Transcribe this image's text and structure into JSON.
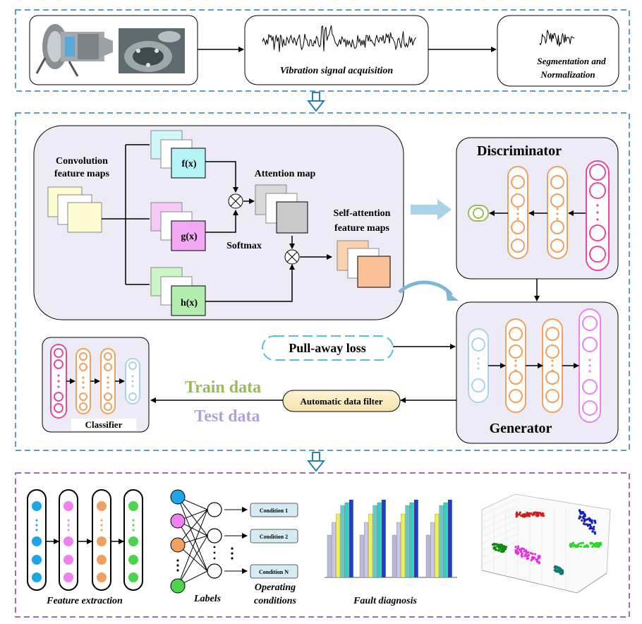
{
  "top": {
    "acquisition_label": "Vibration signal acquisition",
    "segmentation_line1": "Segmentation and",
    "segmentation_line2": "Normalization"
  },
  "attention": {
    "conv_line1": "Convolution",
    "conv_line2": "feature maps",
    "fx": "f(x)",
    "gx": "g(x)",
    "hx": "h(x)",
    "attention_map": "Attention map",
    "softmax": "Softmax",
    "sa_line1": "Self-attention",
    "sa_line2": "feature maps"
  },
  "gan": {
    "discriminator": "Discriminator",
    "generator": "Generator",
    "pull_away_loss": "Pull-away loss",
    "filter": "Automatic data filter",
    "train_data": "Train data",
    "test_data": "Test data",
    "classifier": "Classifier"
  },
  "bottom": {
    "feature_extraction": "Feature extraction",
    "labels": "Labels",
    "operating_line1": "Operating",
    "operating_line2": "conditions",
    "condition_1": "Condition 1",
    "condition_2": "Condition 2",
    "condition_n": "Condition N",
    "fault_diagnosis": "Fault diagnosis"
  },
  "colors": {
    "frame_blue": "#2a7fb5",
    "frame_purple": "#7b3f9e",
    "cyan": "#7fd8e0",
    "magenta": "#f07ff0",
    "green": "#80e880",
    "orange": "#f0a060",
    "pink": "#e8479a",
    "light_blue": "#a9d4e8",
    "train_green": "#9bbb59",
    "test_purple": "#b3a2d8"
  }
}
